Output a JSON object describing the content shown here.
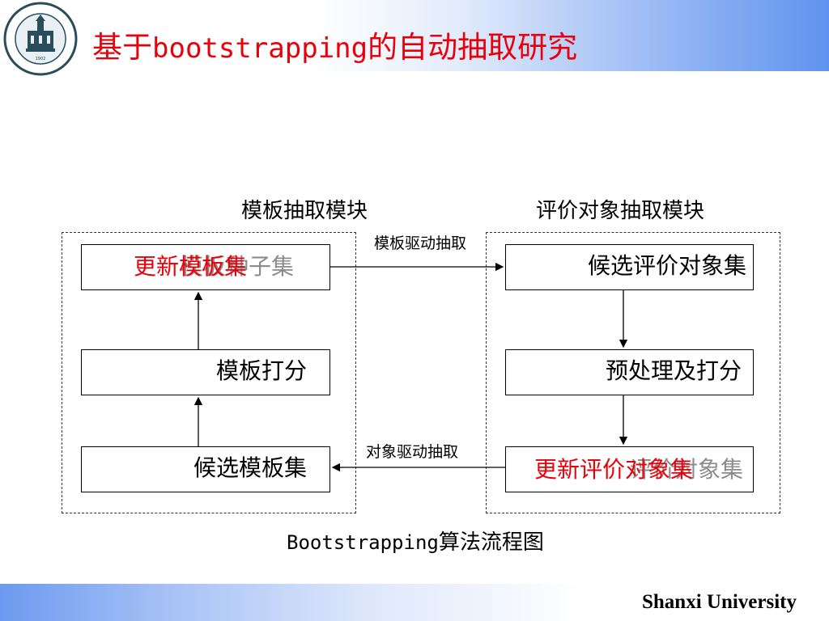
{
  "header": {
    "title_latin": "基于",
    "title_mono": "bootstrapping",
    "title_suffix": "的自动抽取研究"
  },
  "footer": {
    "university": "Shanxi University"
  },
  "left_module": {
    "label": "模板抽取模块",
    "box_top_gray": "模板种子集",
    "box_top_red": "更新模板集",
    "box_mid": "模板打分",
    "box_bottom": "候选模板集"
  },
  "right_module": {
    "label": "评价对象抽取模块",
    "box_top": "候选评价对象集",
    "box_mid": "预处理及打分",
    "box_bottom_gray": "评价对象集",
    "box_bottom_red": "更新评价对象集"
  },
  "arrows": {
    "template_driven": "模板驱动抽取",
    "object_driven": "对象驱动抽取"
  },
  "caption": {
    "mono": "Bootstrapping",
    "suffix": "算法流程图"
  },
  "colors": {
    "title_red": "#e8000b",
    "header_blue": "#5f93ee"
  }
}
